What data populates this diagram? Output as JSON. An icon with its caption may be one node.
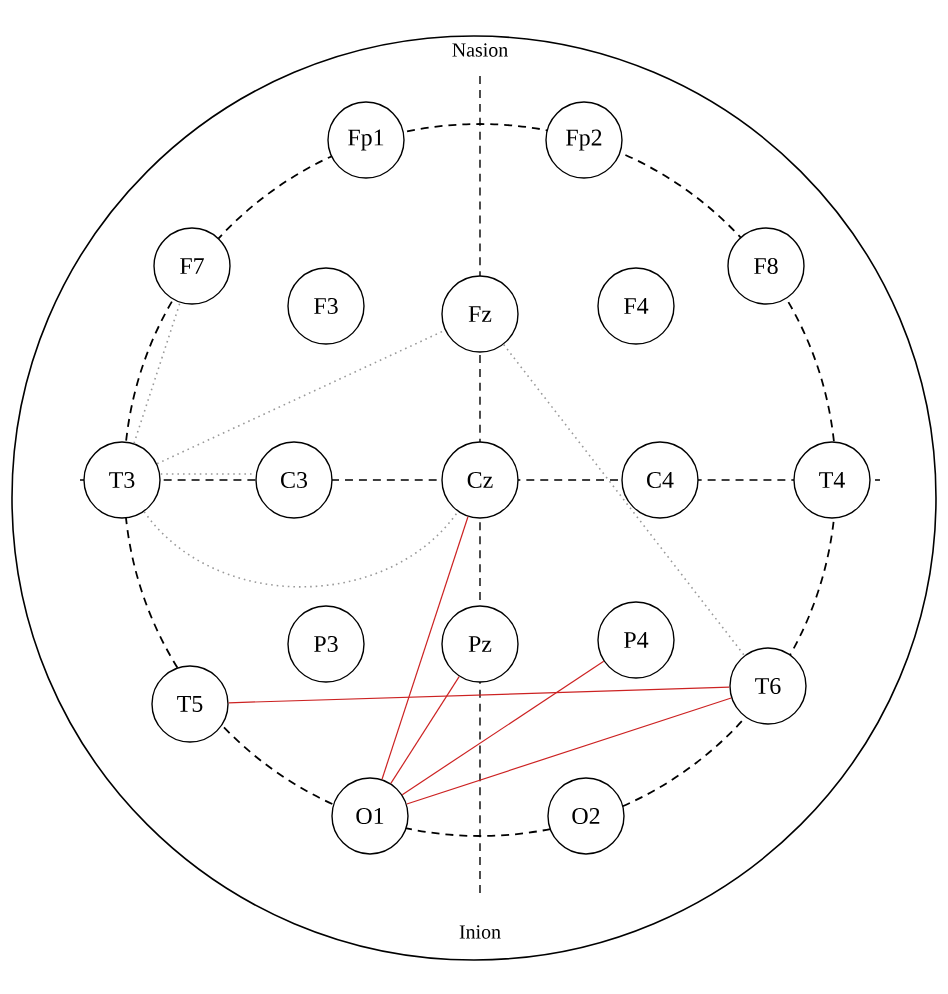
{
  "diagram": {
    "nodes": [
      {
        "text": [
          "Fp1"
        ]
      },
      {
        "text": [
          "Fp2"
        ]
      },
      {
        "text": [
          "F7"
        ]
      },
      {
        "text": [
          "F3"
        ]
      },
      {
        "text": [
          "Fz"
        ]
      },
      {
        "text": [
          "F4"
        ]
      },
      {
        "text": [
          "F8"
        ]
      },
      {
        "text": [
          "T3"
        ]
      },
      {
        "text": [
          "C3"
        ]
      },
      {
        "text": [
          "Cz"
        ]
      },
      {
        "text": [
          "C4"
        ]
      },
      {
        "text": [
          "T4"
        ]
      },
      {
        "text": [
          "P3"
        ]
      },
      {
        "text": [
          "Pz"
        ]
      },
      {
        "text": [
          "P4"
        ]
      },
      {
        "text": [
          "T5"
        ]
      },
      {
        "text": [
          "T6"
        ]
      },
      {
        "text": [
          "O1"
        ]
      },
      {
        "text": [
          "O2"
        ]
      }
    ],
    "edges": [
      {
        "from": 7,
        "to": 2,
        "arrow": "none",
        "style": "dashed",
        "color": "#999999"
      },
      {
        "from": 7,
        "to": 4,
        "arrow": "none",
        "style": "dashed",
        "color": "#999999"
      },
      {
        "from": 7,
        "to": 8,
        "arrow": "none",
        "style": "dashed",
        "color": "#999999"
      },
      {
        "from": 7,
        "to": 9,
        "arrow": "none",
        "style": "dashed",
        "color": "#999999"
      },
      {
        "from": 4,
        "to": 16,
        "arrow": "none",
        "style": "dashed",
        "color": "#999999"
      },
      {
        "from": 17,
        "to": 9,
        "arrow": "none",
        "color": "#cc2222"
      },
      {
        "from": 17,
        "to": 13,
        "arrow": "none",
        "color": "#cc2222"
      },
      {
        "from": 17,
        "to": 14,
        "arrow": "none",
        "color": "#cc2222"
      },
      {
        "from": 17,
        "to": 16,
        "arrow": "none",
        "color": "#cc2222"
      },
      {
        "from": 15,
        "to": 16,
        "arrow": "none",
        "color": "#cc2222"
      }
    ],
    "labels": [
      "Nasion",
      "Inion"
    ]
  }
}
